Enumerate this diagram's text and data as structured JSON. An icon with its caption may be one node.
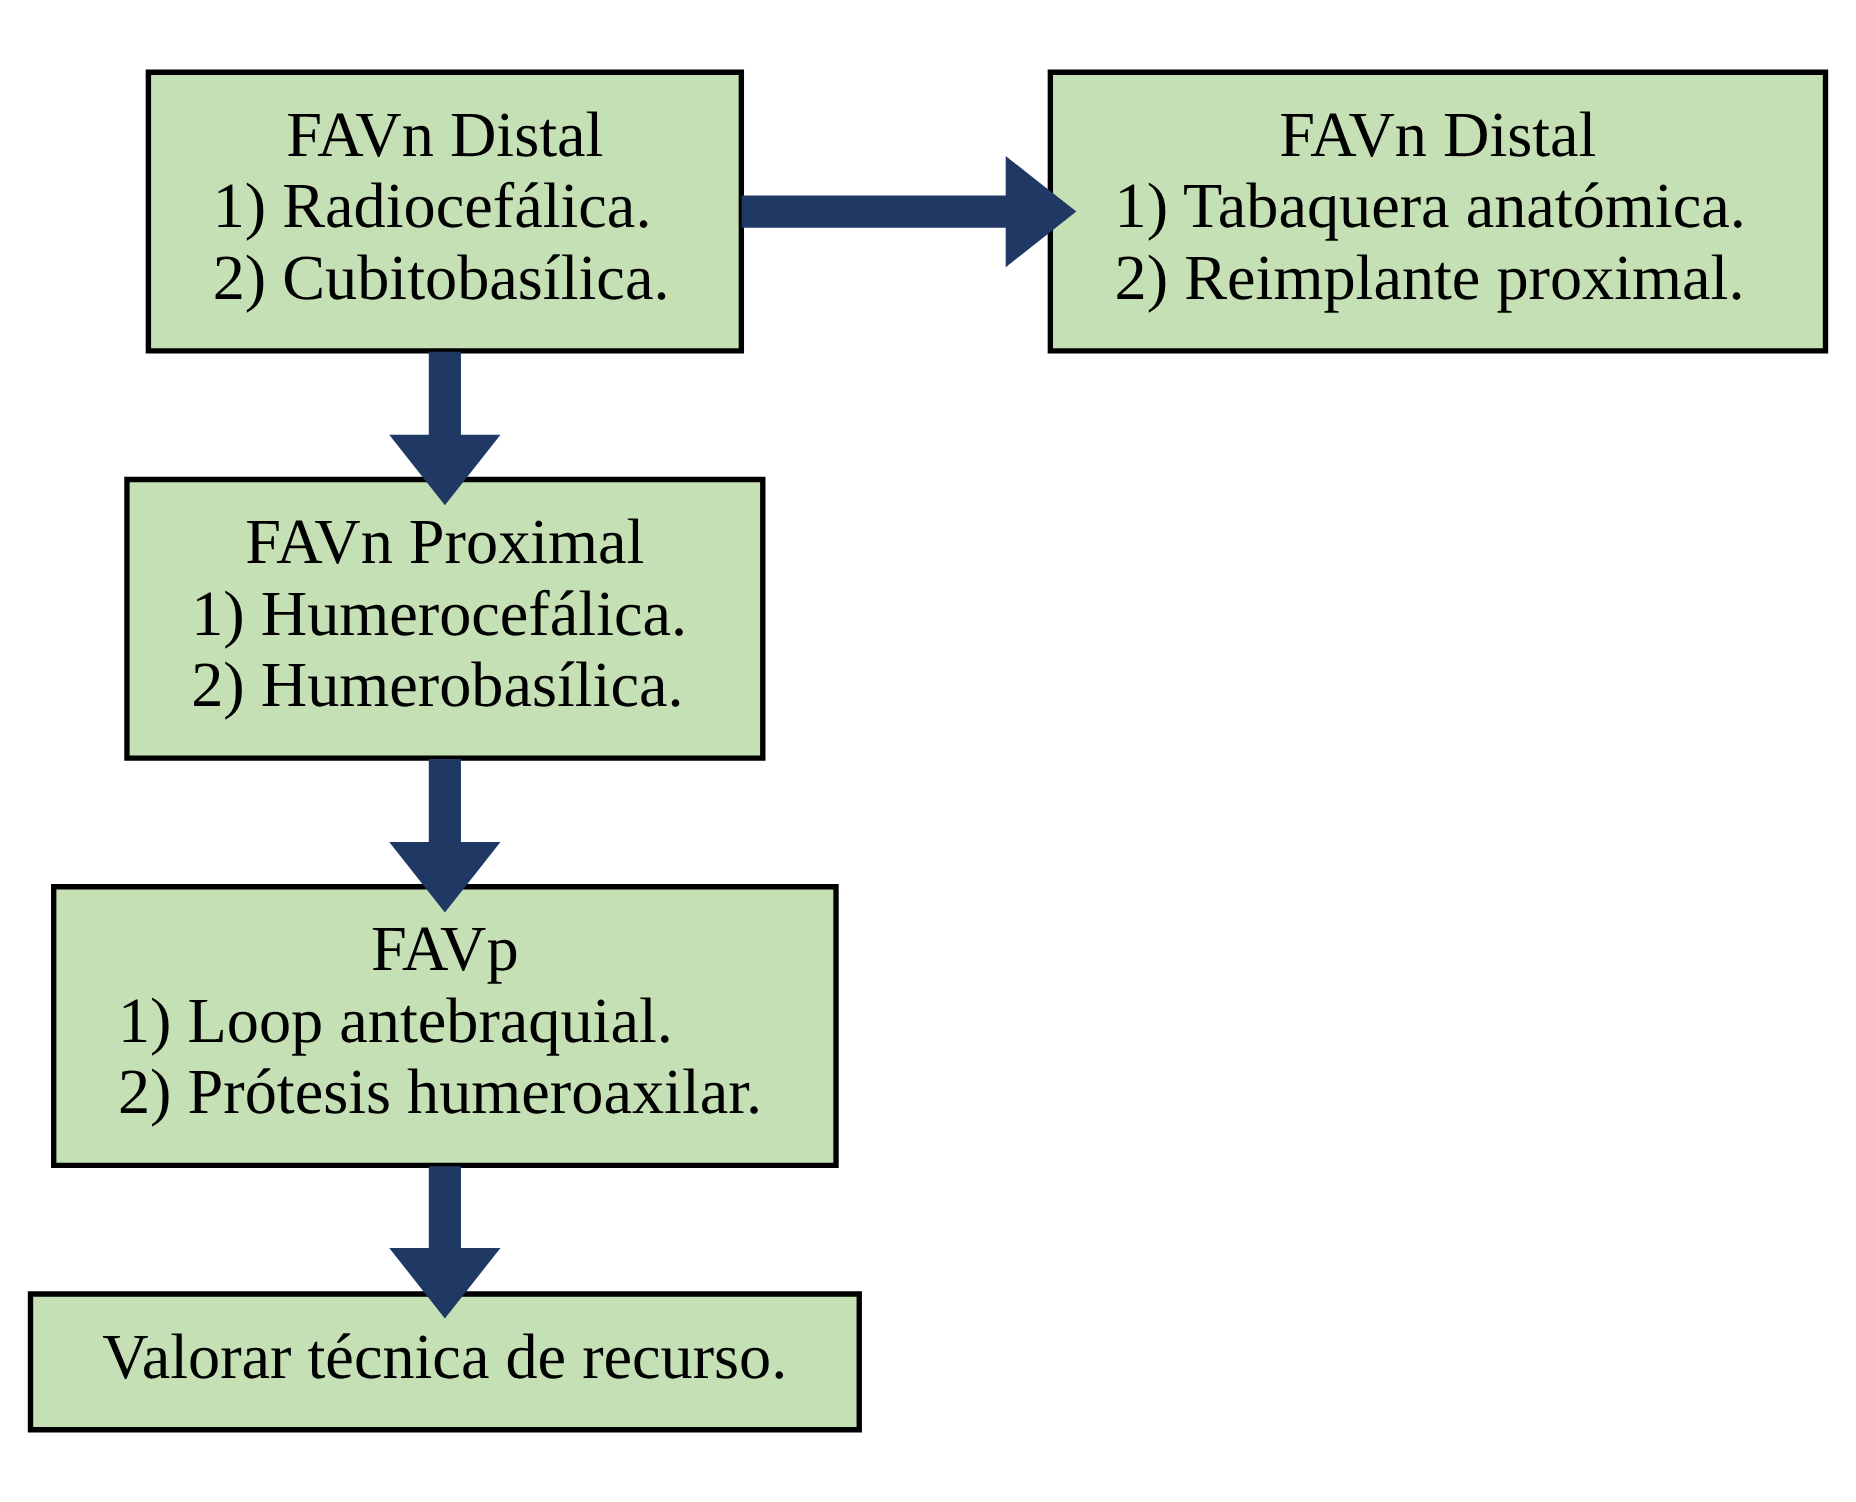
{
  "diagram": {
    "nodes": [
      {
        "text": [
          "FAVn Distal",
          "1) Radiocefálica.",
          "2) Cubitobasílica."
        ]
      },
      {
        "text": [
          "FAVn Distal",
          "1) Tabaquera anatómica.",
          "2) Reimplante proximal."
        ]
      },
      {
        "text": [
          "FAVn Proximal",
          "1) Humerocefálica.",
          "2) Humerobasílica."
        ]
      },
      {
        "text": [
          "FAVp",
          "1) Loop antebraquial.",
          "2) Prótesis humeroaxilar."
        ]
      },
      {
        "text": [
          "Valorar técnica de recurso."
        ]
      }
    ],
    "edges": [
      {
        "from": 0,
        "to": 1,
        "arrow": "to"
      },
      {
        "from": 0,
        "to": 2,
        "arrow": "to"
      },
      {
        "from": 2,
        "to": 3,
        "arrow": "to"
      },
      {
        "from": 3,
        "to": 4,
        "arrow": "to"
      }
    ]
  }
}
